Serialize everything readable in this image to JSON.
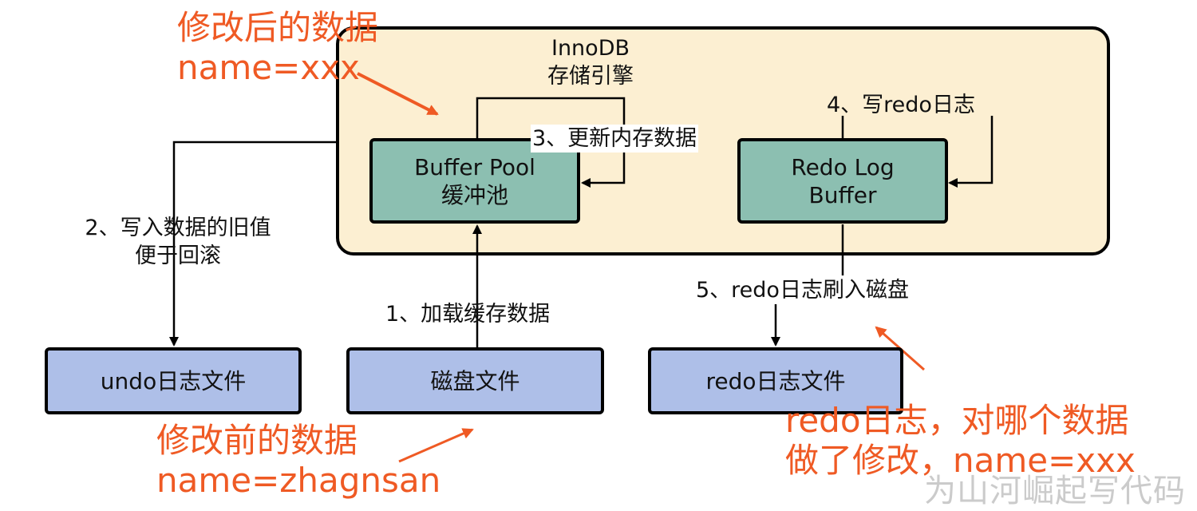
{
  "engine": {
    "line1": "InnoDB",
    "line2": "存储引擎"
  },
  "boxes": {
    "buffer_pool": {
      "line1": "Buffer Pool",
      "line2": "缓冲池"
    },
    "redo_log_buffer": {
      "line1": "Redo Log",
      "line2": "Buffer"
    },
    "undo_file": "undo日志文件",
    "disk_file": "磁盘文件",
    "redo_file": "redo日志文件"
  },
  "steps": {
    "step1": "1、加载缓存数据",
    "step2": {
      "line1": "2、写入数据的旧值",
      "line2": "便于回滚"
    },
    "step3": "3、更新内存数据",
    "step4": "4、写redo日志",
    "step5": "5、redo日志刷入磁盘"
  },
  "annotations": {
    "after": {
      "line1": "修改后的数据",
      "line2": "name=xxx"
    },
    "before": {
      "line1": "修改前的数据",
      "line2": "name=zhagnsan"
    },
    "redo": {
      "line1": "redo日志，对哪个数据",
      "line2": "做了修改，name=xxx"
    }
  },
  "watermark": "为山河崛起写代码",
  "colors": {
    "engine_fill": "#fcefd2",
    "green_box": "#8cbfb1",
    "blue_box": "#aebfe8",
    "annotation": "#ef5a24"
  }
}
